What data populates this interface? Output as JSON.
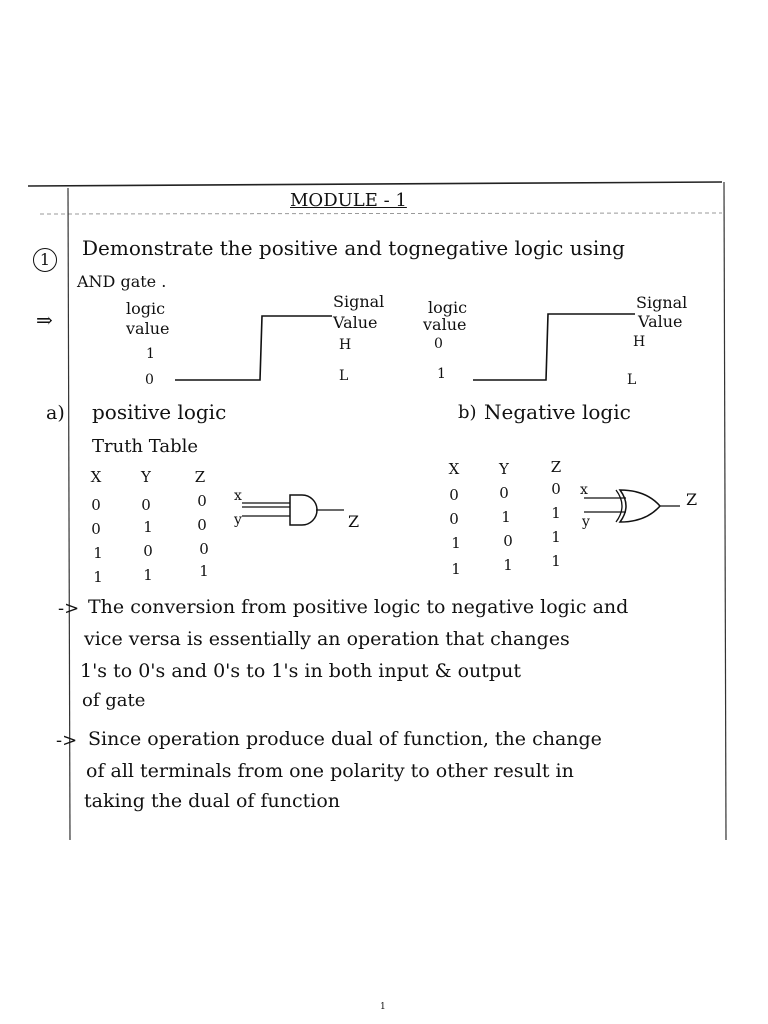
{
  "heading": "MODULE - 1",
  "question": {
    "number": "1",
    "line1": "Demonstrate the positive and tognegative logic using",
    "line2": "AND gate ."
  },
  "answer_arrow": "⇒",
  "signal_diagrams": {
    "left": {
      "logic_value_label_1": "logic",
      "logic_value_label_2": "value",
      "signal_value_label_1": "Signal",
      "signal_value_label_2": "Value",
      "logic_high": "1",
      "logic_low": "0",
      "signal_high": "H",
      "signal_low": "L"
    },
    "right": {
      "logic_value_label_1": "logic",
      "logic_value_label_2": "value",
      "signal_value_label_1": "Signal",
      "signal_value_label_2": "Value",
      "logic_high": "0",
      "logic_low": "1",
      "signal_high": "H",
      "signal_low": "L"
    }
  },
  "part_a": {
    "label": "a)",
    "title": "positive logic",
    "subtitle": "Truth Table",
    "headers": [
      "X",
      "Y",
      "Z"
    ],
    "rows": [
      [
        "0",
        "0",
        "0"
      ],
      [
        "0",
        "1",
        "0"
      ],
      [
        "1",
        "0",
        "0"
      ],
      [
        "1",
        "1",
        "1"
      ]
    ],
    "gate_inputs": [
      "x",
      "y"
    ],
    "gate_output": "Z"
  },
  "part_b": {
    "label": "b)",
    "title": "Negative logic",
    "headers": [
      "X",
      "Y",
      "Z"
    ],
    "rows": [
      [
        "0",
        "0",
        "0"
      ],
      [
        "0",
        "1",
        "1"
      ],
      [
        "1",
        "0",
        "1"
      ],
      [
        "1",
        "1",
        "1"
      ]
    ],
    "gate_inputs": [
      "x",
      "y"
    ],
    "gate_output": "Z"
  },
  "notes": [
    {
      "arrow": "->",
      "lines": [
        "The conversion from positive logic to negative logic and",
        "vice versa is essentially an operation that changes",
        "1's to 0's and 0's to 1's in both input & output",
        "of gate"
      ]
    },
    {
      "arrow": "->",
      "lines": [
        "Since operation produce dual of function, the change",
        "of all terminals from one polarity to other result in",
        "taking the dual of function"
      ]
    }
  ],
  "page_number": "1"
}
